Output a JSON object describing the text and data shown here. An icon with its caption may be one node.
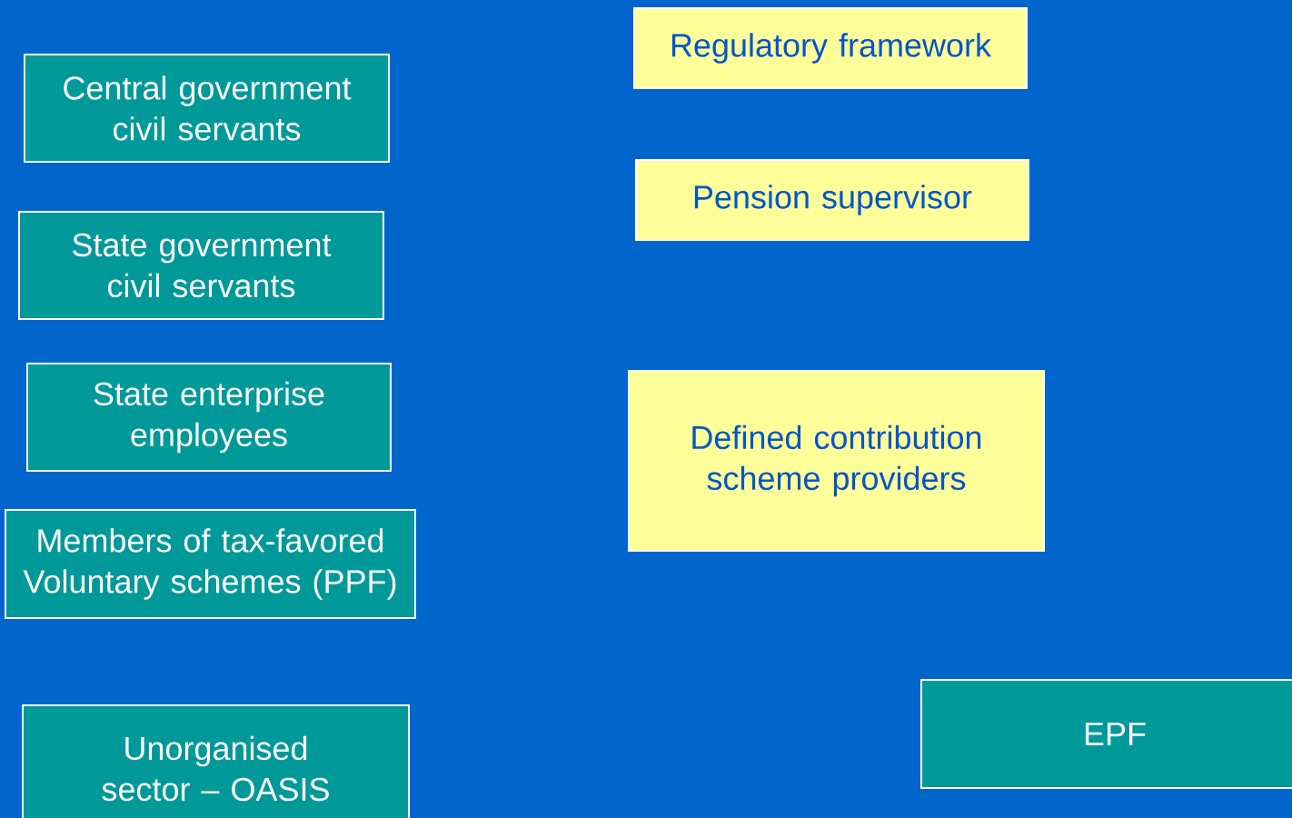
{
  "diagram": {
    "nodes": [
      {
        "text": [
          "Central government civil servants"
        ]
      },
      {
        "text": [
          "State government civil servants"
        ]
      },
      {
        "text": [
          "State enterprise employees"
        ]
      },
      {
        "text": [
          "Members of tax-favored Voluntary schemes (PPF)"
        ]
      },
      {
        "text": [
          "Unorganised sector – OASIS"
        ]
      },
      {
        "text": [
          "Regulatory framework"
        ]
      },
      {
        "text": [
          "Pension supervisor"
        ]
      },
      {
        "text": [
          "Defined contribution scheme providers"
        ]
      },
      {
        "text": [
          "EPF"
        ]
      }
    ]
  }
}
